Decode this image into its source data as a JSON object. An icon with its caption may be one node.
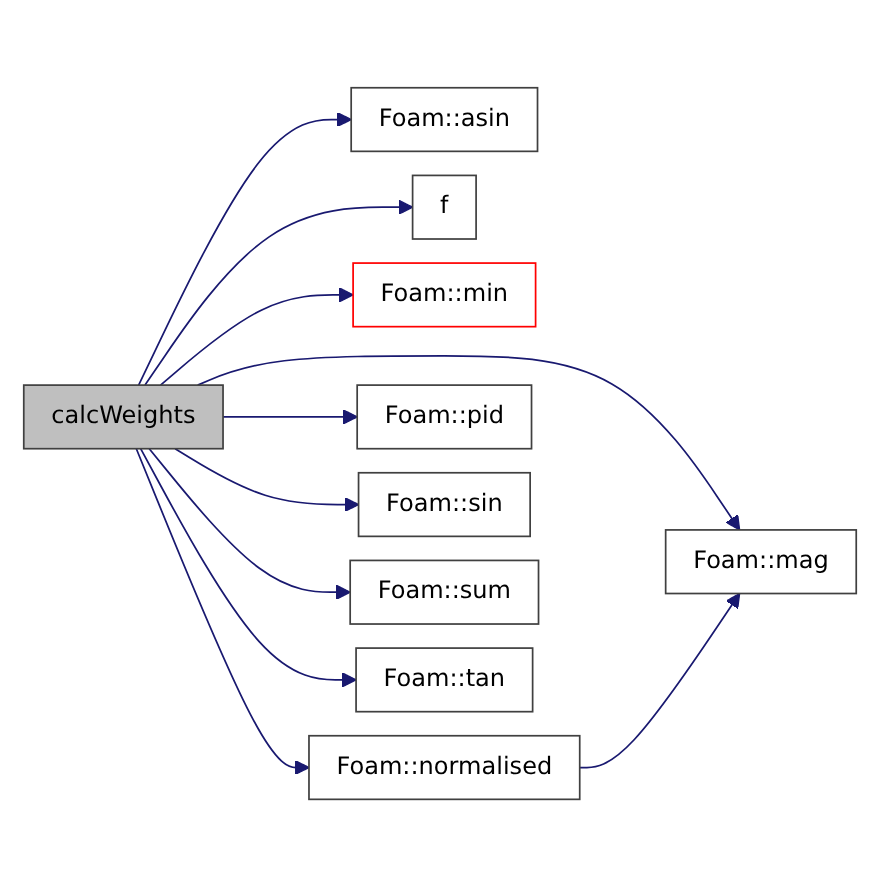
{
  "diagram": {
    "nodes": [
      {
        "text": [
          "calcWeights"
        ]
      },
      {
        "text": [
          "Foam::asin"
        ]
      },
      {
        "text": [
          "f"
        ]
      },
      {
        "text": [
          "Foam::min"
        ]
      },
      {
        "text": [
          "Foam::normalised"
        ]
      },
      {
        "text": [
          "Foam::pid"
        ]
      },
      {
        "text": [
          "Foam::sin"
        ]
      },
      {
        "text": [
          "Foam::sum"
        ]
      },
      {
        "text": [
          "Foam::tan"
        ]
      },
      {
        "text": [
          "Foam::mag"
        ]
      }
    ],
    "edges": [
      {
        "from": 0,
        "to": 1,
        "arrow": "to"
      },
      {
        "from": 0,
        "to": 2,
        "arrow": "to"
      },
      {
        "from": 0,
        "to": 9,
        "arrow": "to"
      },
      {
        "from": 0,
        "to": 3,
        "arrow": "to"
      },
      {
        "from": 0,
        "to": 4,
        "arrow": "to"
      },
      {
        "from": 0,
        "to": 5,
        "arrow": "to"
      },
      {
        "from": 0,
        "to": 6,
        "arrow": "to"
      },
      {
        "from": 0,
        "to": 7,
        "arrow": "to"
      },
      {
        "from": 0,
        "to": 8,
        "arrow": "to"
      },
      {
        "from": 4,
        "to": 9,
        "arrow": "to"
      }
    ]
  }
}
